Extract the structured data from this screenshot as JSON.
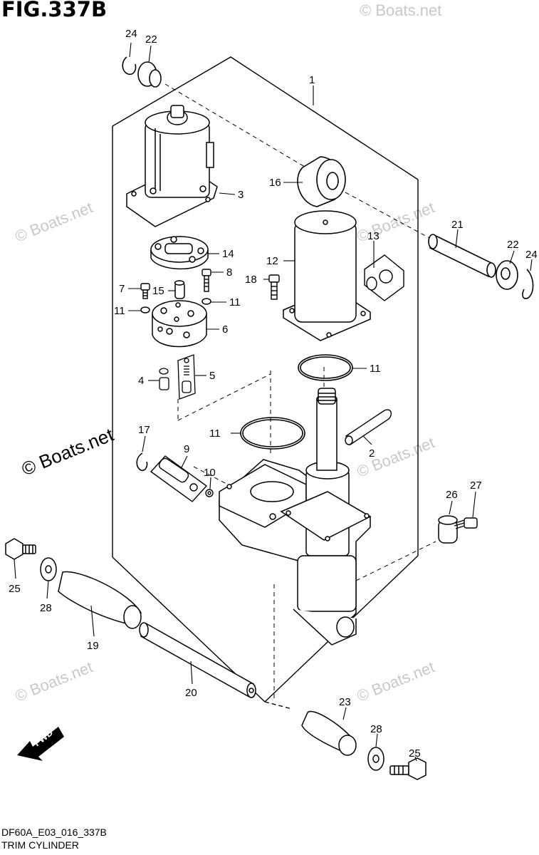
{
  "figure_title": "FIG.337B",
  "footer": {
    "code": "DF60A_E03_016_337B",
    "name": "TRIM CYLINDER"
  },
  "watermark": "© Boats.net",
  "fwd_label": "FWD",
  "callouts": {
    "c1": "1",
    "c2": "2",
    "c3": "3",
    "c4": "4",
    "c5": "5",
    "c6": "6",
    "c7": "7",
    "c8": "8",
    "c9": "9",
    "c10": "10",
    "c11a": "11",
    "c11b": "11",
    "c11c": "11",
    "c11d": "11",
    "c12": "12",
    "c13": "13",
    "c14": "14",
    "c15": "15",
    "c16": "16",
    "c17": "17",
    "c18": "18",
    "c19": "19",
    "c20": "20",
    "c21": "21",
    "c22a": "22",
    "c22b": "22",
    "c23": "23",
    "c24a": "24",
    "c24b": "24",
    "c25a": "25",
    "c25b": "25",
    "c26": "26",
    "c27": "27",
    "c28a": "28",
    "c28b": "28"
  }
}
